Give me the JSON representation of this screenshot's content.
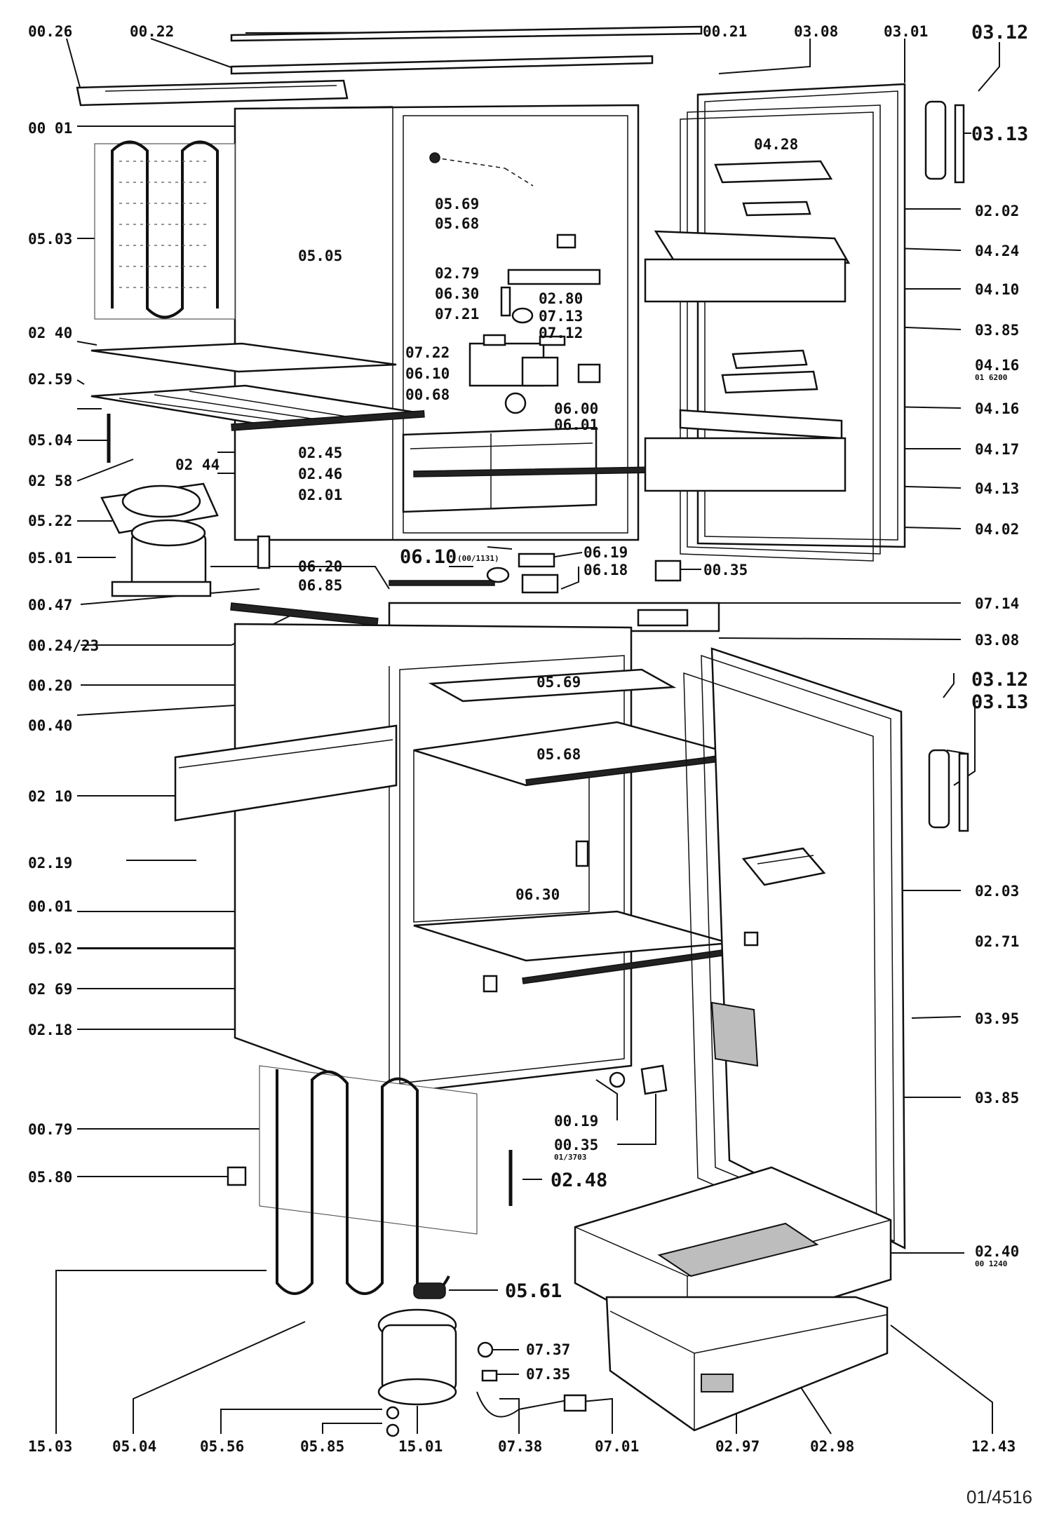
{
  "drawing_number": "01/4516",
  "callouts": [
    {
      "id": "00-26",
      "text": "00.26"
    },
    {
      "id": "00-22",
      "text": "00.22"
    },
    {
      "id": "00-21",
      "text": "00.21"
    },
    {
      "id": "03-08-top",
      "text": "03.08"
    },
    {
      "id": "03-01",
      "text": "03.01"
    },
    {
      "id": "03-12-top",
      "text": "03.12"
    },
    {
      "id": "03-13-top",
      "text": "03.13"
    },
    {
      "id": "00-01-top",
      "text": "00 01"
    },
    {
      "id": "04-28",
      "text": "04.28"
    },
    {
      "id": "05-69-top",
      "text": "05.69"
    },
    {
      "id": "05-68-top",
      "text": "05.68"
    },
    {
      "id": "02-02",
      "text": "02.02"
    },
    {
      "id": "05-03",
      "text": "05.03"
    },
    {
      "id": "05-05",
      "text": "05.05"
    },
    {
      "id": "04-24",
      "text": "04.24"
    },
    {
      "id": "02-79",
      "text": "02.79"
    },
    {
      "id": "06-30-top",
      "text": "06.30"
    },
    {
      "id": "02-80",
      "text": "02.80"
    },
    {
      "id": "04-10",
      "text": "04.10"
    },
    {
      "id": "07-21",
      "text": "07.21"
    },
    {
      "id": "07-13",
      "text": "07.13"
    },
    {
      "id": "02-40-top",
      "text": "02 40"
    },
    {
      "id": "07-12",
      "text": "07.12"
    },
    {
      "id": "03-85-top",
      "text": "03.85"
    },
    {
      "id": "07-22",
      "text": "07.22"
    },
    {
      "id": "04-16-a",
      "text": "04.16"
    },
    {
      "id": "04-16-a-sub",
      "text": "01 6200"
    },
    {
      "id": "02-59",
      "text": "02.59"
    },
    {
      "id": "06-10-top",
      "text": "06.10"
    },
    {
      "id": "00-68",
      "text": "00.68"
    },
    {
      "id": "06-00",
      "text": "06.00"
    },
    {
      "id": "04-16-b",
      "text": "04.16"
    },
    {
      "id": "06-01",
      "text": "06.01"
    },
    {
      "id": "05-04-top",
      "text": "05.04"
    },
    {
      "id": "02-44",
      "text": "02 44"
    },
    {
      "id": "02-45",
      "text": "02.45"
    },
    {
      "id": "04-17",
      "text": "04.17"
    },
    {
      "id": "02-58",
      "text": "02 58"
    },
    {
      "id": "02-46",
      "text": "02.46"
    },
    {
      "id": "04-13",
      "text": "04.13"
    },
    {
      "id": "05-22",
      "text": "05.22"
    },
    {
      "id": "02-01",
      "text": "02.01"
    },
    {
      "id": "04-02",
      "text": "04.02"
    },
    {
      "id": "05-01",
      "text": "05.01"
    },
    {
      "id": "06-10-mid",
      "text": "06.10"
    },
    {
      "id": "06-10-mid-sub",
      "text": "(00/1131)"
    },
    {
      "id": "06-19",
      "text": "06.19"
    },
    {
      "id": "06-20",
      "text": "06.20"
    },
    {
      "id": "06-18",
      "text": "06.18"
    },
    {
      "id": "00-35-top",
      "text": "00.35"
    },
    {
      "id": "06-85",
      "text": "06.85"
    },
    {
      "id": "00-47",
      "text": "00.47"
    },
    {
      "id": "07-14",
      "text": "07.14"
    },
    {
      "id": "00-24-23",
      "text": "00.24/23"
    },
    {
      "id": "03-08-mid",
      "text": "03.08"
    },
    {
      "id": "00-20",
      "text": "00.20"
    },
    {
      "id": "03-12-mid",
      "text": "03.12"
    },
    {
      "id": "05-69-mid",
      "text": "05.69"
    },
    {
      "id": "03-13-mid",
      "text": "03.13"
    },
    {
      "id": "00-40",
      "text": "00.40"
    },
    {
      "id": "05-68-mid",
      "text": "05.68"
    },
    {
      "id": "02-10",
      "text": "02 10"
    },
    {
      "id": "02-19",
      "text": "02.19"
    },
    {
      "id": "06-30-mid",
      "text": "06.30"
    },
    {
      "id": "02-03",
      "text": "02.03"
    },
    {
      "id": "00-01-mid",
      "text": "00.01"
    },
    {
      "id": "05-02",
      "text": "05.02"
    },
    {
      "id": "02-71",
      "text": "02.71"
    },
    {
      "id": "02-69",
      "text": "02 69"
    },
    {
      "id": "03-95",
      "text": "03.95"
    },
    {
      "id": "02-18",
      "text": "02.18"
    },
    {
      "id": "03-85-mid",
      "text": "03.85"
    },
    {
      "id": "00-19",
      "text": "00.19"
    },
    {
      "id": "00-79",
      "text": "00.79"
    },
    {
      "id": "00-35-mid",
      "text": "00.35"
    },
    {
      "id": "00-35-mid-sub",
      "text": "01/3703"
    },
    {
      "id": "05-80",
      "text": "05.80"
    },
    {
      "id": "02-48",
      "text": "02.48"
    },
    {
      "id": "02-40-bot",
      "text": "02.40"
    },
    {
      "id": "02-40-bot-sub",
      "text": "00 1240"
    },
    {
      "id": "05-61",
      "text": "05.61"
    },
    {
      "id": "07-37",
      "text": "07.37"
    },
    {
      "id": "07-35",
      "text": "07.35"
    },
    {
      "id": "15-03",
      "text": "15.03"
    },
    {
      "id": "05-04-bot",
      "text": "05.04"
    },
    {
      "id": "05-56",
      "text": "05.56"
    },
    {
      "id": "05-85",
      "text": "05.85"
    },
    {
      "id": "15-01",
      "text": "15.01"
    },
    {
      "id": "07-38",
      "text": "07.38"
    },
    {
      "id": "07-01",
      "text": "07.01"
    },
    {
      "id": "02-97",
      "text": "02.97"
    },
    {
      "id": "02-98",
      "text": "02.98"
    },
    {
      "id": "12-43",
      "text": "12.43"
    }
  ]
}
